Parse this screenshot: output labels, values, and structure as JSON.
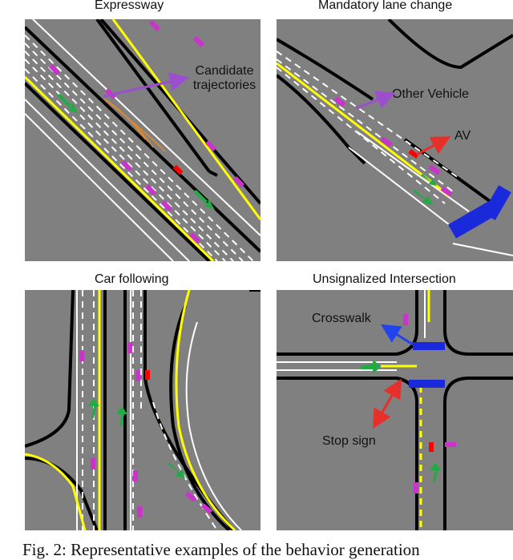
{
  "panels": {
    "expressway": {
      "title": "Expressway",
      "annotation": "Candidate\ntrajectories"
    },
    "lane_change": {
      "title": "Mandatory lane change",
      "annotation_other": "Other Vehicle",
      "annotation_av": "AV"
    },
    "car_following": {
      "title": "Car following"
    },
    "intersection": {
      "title": "Unsignalized Intersection",
      "annotation_crosswalk": "Crosswalk",
      "annotation_stop": "Stop sign"
    }
  },
  "caption": "Fig. 2: Representative examples of the behavior generation",
  "colors": {
    "background": "#808080",
    "road_edge": "#000000",
    "lane_marking": "#ffffff",
    "center_line": "#ffff00",
    "ego": "#ff0000",
    "agent": "#cc33cc",
    "green_agent": "#22aa44",
    "crosswalk": "#1a2adb",
    "arrow_purple": "#9b4fcf",
    "arrow_red": "#e8302a",
    "arrow_blue": "#2244ee"
  },
  "icons": [
    "arrow-icon"
  ]
}
